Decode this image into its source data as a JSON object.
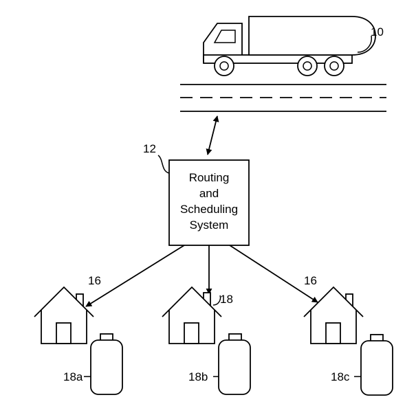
{
  "diagram": {
    "system_box": {
      "lines": [
        "Routing",
        "and",
        "Scheduling",
        "System"
      ]
    },
    "labels": {
      "truck": "10",
      "system": "12",
      "house_left": "16",
      "house_right": "16",
      "house_center": "18",
      "tank_left": "18a",
      "tank_center": "18b",
      "tank_right": "18c"
    }
  }
}
